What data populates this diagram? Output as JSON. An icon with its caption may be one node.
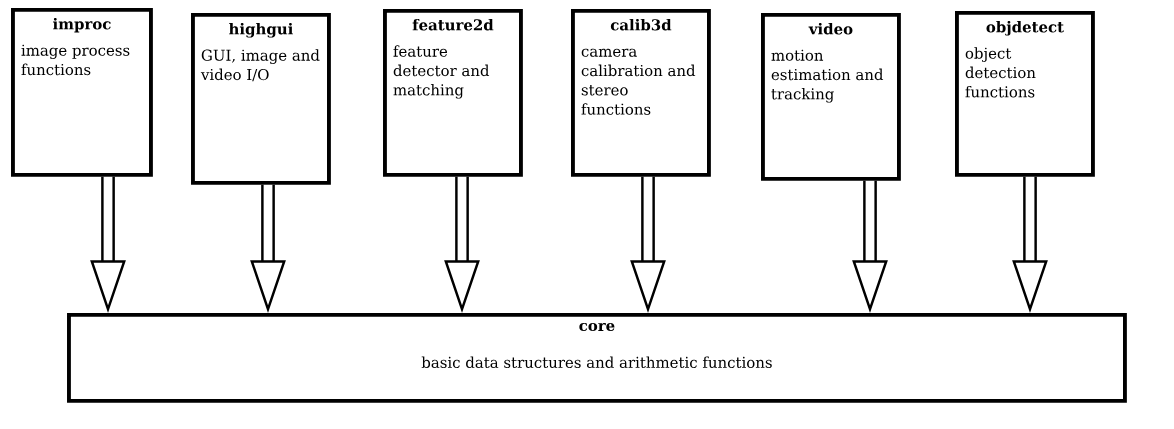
{
  "diagram": {
    "nodes": [
      {
        "text": [
          "improc",
          "image process functions"
        ]
      },
      {
        "text": [
          "highgui",
          "GUI, image and video I/O"
        ]
      },
      {
        "text": [
          "feature2d",
          "feature detector and matching"
        ]
      },
      {
        "text": [
          "calib3d",
          "camera calibration and stereo functions"
        ]
      },
      {
        "text": [
          "video",
          "motion estimation and tracking"
        ]
      },
      {
        "text": [
          "objdetect",
          "object detection functions"
        ]
      },
      {
        "text": [
          "core",
          "basic data structures and arithmetic functions"
        ]
      }
    ],
    "edges": [
      {
        "from": 0,
        "to": 6,
        "arrow": "to"
      },
      {
        "from": 1,
        "to": 6,
        "arrow": "to"
      },
      {
        "from": 2,
        "to": 6,
        "arrow": "to"
      },
      {
        "from": 3,
        "to": 6,
        "arrow": "to"
      },
      {
        "from": 4,
        "to": 6,
        "arrow": "to"
      },
      {
        "from": 5,
        "to": 6,
        "arrow": "to"
      }
    ]
  }
}
